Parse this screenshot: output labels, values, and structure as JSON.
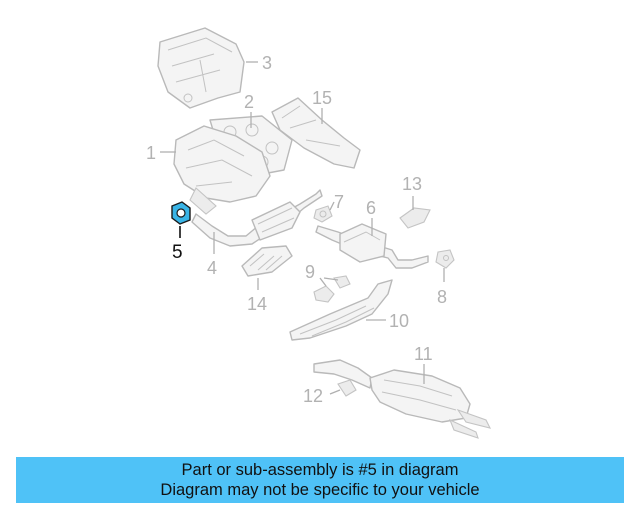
{
  "callouts": {
    "c1": "1",
    "c2": "2",
    "c3": "3",
    "c4": "4",
    "c5": "5",
    "c6": "6",
    "c7": "7",
    "c8": "8",
    "c9": "9",
    "c10": "10",
    "c11": "11",
    "c12": "12",
    "c13": "13",
    "c14": "14",
    "c15": "15"
  },
  "highlighted_part": "5",
  "colors": {
    "banner_bg": "#4fc2f7",
    "highlight": "#39b4e6",
    "line_art": "#b9b9b9"
  },
  "banner": {
    "line1": "Part or sub-assembly is #5 in diagram",
    "line2": "Diagram may not be specific to your vehicle"
  }
}
